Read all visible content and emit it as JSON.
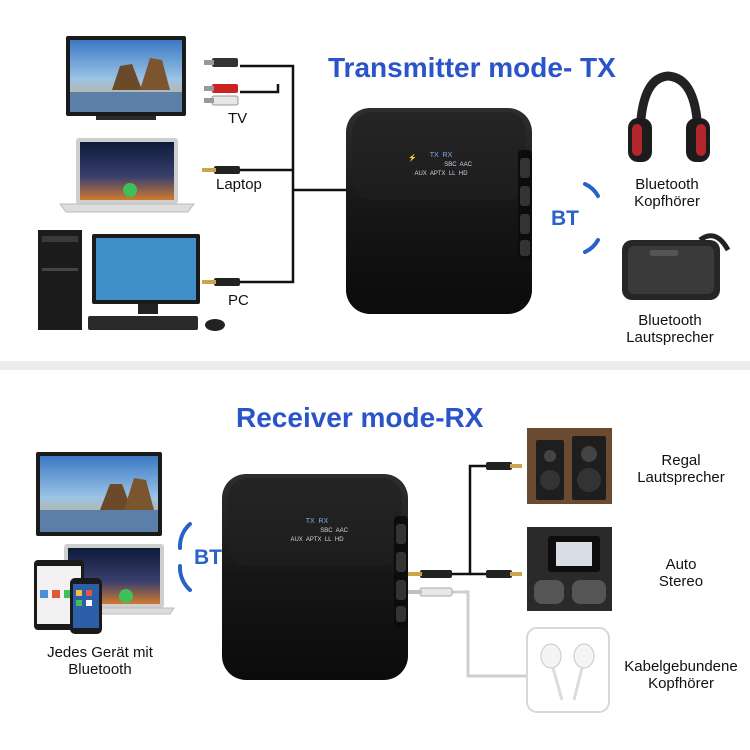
{
  "tx": {
    "title": "Transmitter mode- TX",
    "sources": [
      "TV",
      "Laptop",
      "PC"
    ],
    "bt_label": "BT",
    "outputs": [
      {
        "line1": "Bluetooth",
        "line2": "Kopfhörer"
      },
      {
        "line1": "Bluetooth",
        "line2": "Lautsprecher"
      }
    ]
  },
  "rx": {
    "title": "Receiver mode-RX",
    "bt_label": "BT",
    "source": {
      "line1": "Jedes Gerät mit",
      "line2": "Bluetooth"
    },
    "outputs": [
      {
        "line1": "Regal",
        "line2": "Lautsprecher"
      },
      {
        "line1": "Auto",
        "line2": "Stereo"
      },
      {
        "line1": "Kabelgebundene",
        "line2": "Kopfhörer"
      }
    ]
  },
  "device_leds": {
    "top": [
      "TX",
      "RX"
    ],
    "row1": [
      "SBC",
      "AAC"
    ],
    "row2": [
      "AUX",
      "APTX",
      "LL",
      "HD"
    ]
  },
  "colors": {
    "title": "#2a55c8",
    "bt": "#2a63c8",
    "device": "#141414",
    "divider": "#ececec"
  }
}
